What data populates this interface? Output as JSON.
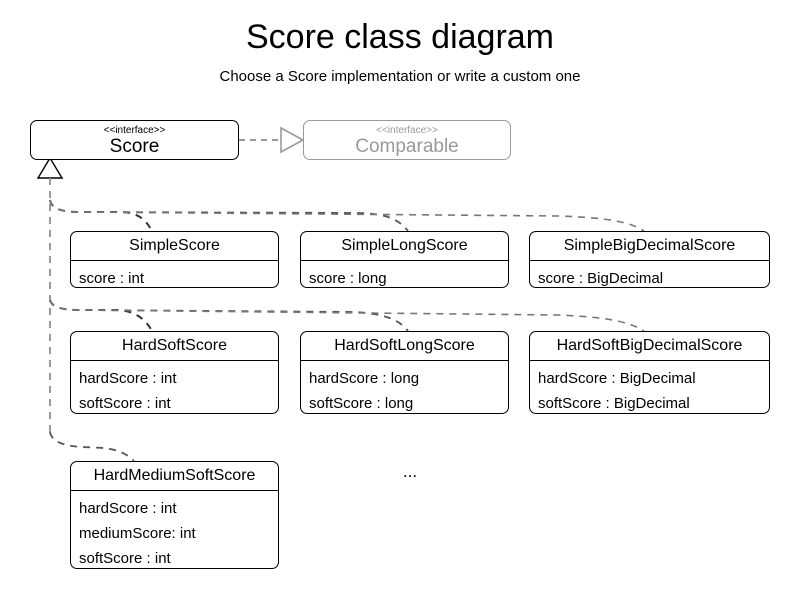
{
  "header": {
    "title": "Score class diagram",
    "subtitle": "Choose a Score implementation or write a custom one"
  },
  "interfaces": [
    {
      "stereotype": "<<interface>>",
      "name": "Score",
      "muted": false
    },
    {
      "stereotype": "<<interface>>",
      "name": "Comparable",
      "muted": true
    }
  ],
  "classes": [
    {
      "name": "SimpleScore",
      "attributes": [
        "score : int"
      ]
    },
    {
      "name": "SimpleLongScore",
      "attributes": [
        "score : long"
      ]
    },
    {
      "name": "SimpleBigDecimalScore",
      "attributes": [
        "score : BigDecimal"
      ]
    },
    {
      "name": "HardSoftScore",
      "attributes": [
        "hardScore : int",
        "softScore : int"
      ]
    },
    {
      "name": "HardSoftLongScore",
      "attributes": [
        "hardScore : long",
        "softScore : long"
      ]
    },
    {
      "name": "HardSoftBigDecimalScore",
      "attributes": [
        "hardScore : BigDecimal",
        "softScore : BigDecimal"
      ]
    },
    {
      "name": "HardMediumSoftScore",
      "attributes": [
        "hardScore : int",
        "mediumScore: int",
        "softScore : int"
      ]
    }
  ],
  "more_indicator": "...",
  "colors": {
    "line": "#000000",
    "muted_line": "#9a9a9a",
    "background": "#ffffff",
    "text": "#000000",
    "muted_text": "#9a9a9a"
  }
}
